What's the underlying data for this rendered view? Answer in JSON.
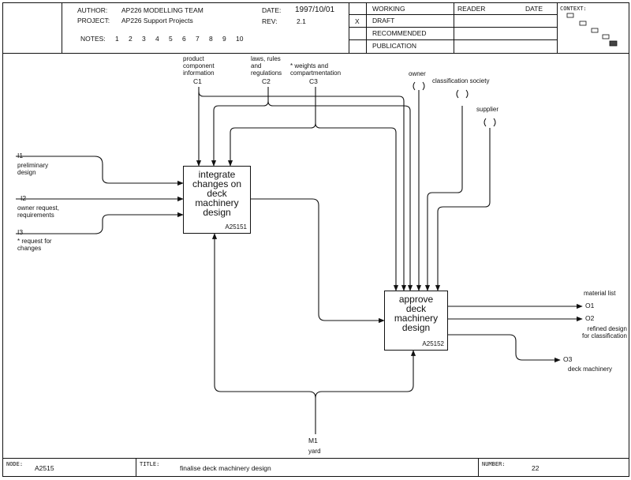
{
  "header": {
    "author_label": "AUTHOR:",
    "author": "AP226  MODELLING TEAM",
    "project_label": "PROJECT:",
    "project": "AP226 Support Projects",
    "notes_label": "NOTES:",
    "notes": [
      "1",
      "2",
      "3",
      "4",
      "5",
      "6",
      "7",
      "8",
      "9",
      "10"
    ],
    "date_label": "DATE:",
    "date": "1997/10/01",
    "rev_label": "REV:",
    "rev": "2.1",
    "status": {
      "mark": "X",
      "items": [
        "WORKING",
        "DRAFT",
        "RECOMMENDED",
        "PUBLICATION"
      ]
    },
    "reader_label": "READER",
    "reader_date_label": "DATE",
    "context_label": "CONTEXT:"
  },
  "controls": [
    {
      "id": "C1",
      "label": "product\ncomponent\ninformation"
    },
    {
      "id": "C2",
      "label": "laws, rules\nand\nregulations"
    },
    {
      "id": "C3",
      "label": "* weights and\ncompartmentation"
    }
  ],
  "external_controls": [
    {
      "label": "owner"
    },
    {
      "label": "classification society"
    },
    {
      "label": "supplier"
    }
  ],
  "inputs": [
    {
      "id": "I1",
      "label": "preliminary\ndesign"
    },
    {
      "id": "I2",
      "label": "owner request,\nrequirements"
    },
    {
      "id": "I3",
      "label": "* request for\nchanges"
    }
  ],
  "outputs": [
    {
      "id": "O1",
      "label": "material list"
    },
    {
      "id": "O2",
      "label": "refined design\nfor classification"
    },
    {
      "id": "O3",
      "label": "deck machinery"
    }
  ],
  "mechanism": {
    "id": "M1",
    "label": "yard"
  },
  "activities": [
    {
      "title": "integrate\nchanges on\ndeck\nmachinery\ndesign",
      "number": "A25151"
    },
    {
      "title": "approve\ndeck\nmachinery\ndesign",
      "number": "A25152"
    }
  ],
  "footer": {
    "node_label": "NODE:",
    "node": "A2515",
    "title_label": "TITLE:",
    "title": "finalise deck machinery design",
    "number_label": "NUMBER:",
    "number": "22"
  }
}
